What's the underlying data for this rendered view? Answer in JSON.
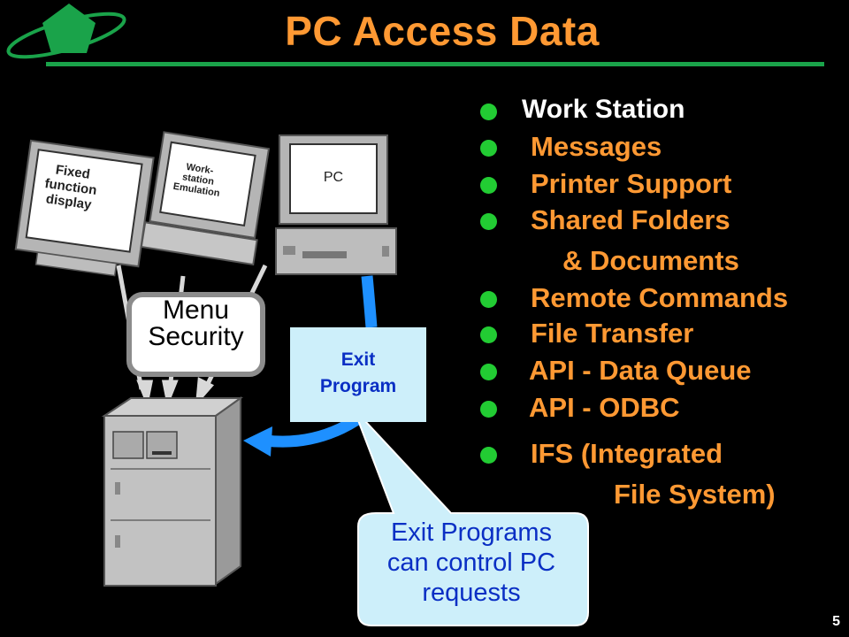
{
  "title": "PC Access Data",
  "slide_number": "5",
  "bullets": [
    {
      "text": "Work Station"
    },
    {
      "text": "Messages"
    },
    {
      "text": "Printer Support"
    },
    {
      "text": "Shared Folders"
    },
    {
      "text": "& Documents"
    },
    {
      "text": "Remote Commands"
    },
    {
      "text": "File Transfer"
    },
    {
      "text": "API - Data Queue"
    },
    {
      "text": "API - ODBC"
    },
    {
      "text": "IFS  (Integrated"
    },
    {
      "text": "File System)"
    }
  ],
  "terminals": {
    "fixed": [
      "Fixed",
      "function",
      "display"
    ],
    "emulation": [
      "Work-",
      "station",
      "Emulation"
    ],
    "pc": "PC"
  },
  "menu_security": [
    "Menu",
    "Security"
  ],
  "exit_program": [
    "Exit",
    "Program"
  ],
  "callout": [
    "Exit Programs",
    "can control PC",
    "requests"
  ],
  "colors": {
    "background": "#000000",
    "title": "#ff9933",
    "bullet_dot": "#22cc33",
    "bullet_text": "#ff9933",
    "accent_blue": "#1e90ff",
    "callout_fill": "#cdeffa"
  }
}
